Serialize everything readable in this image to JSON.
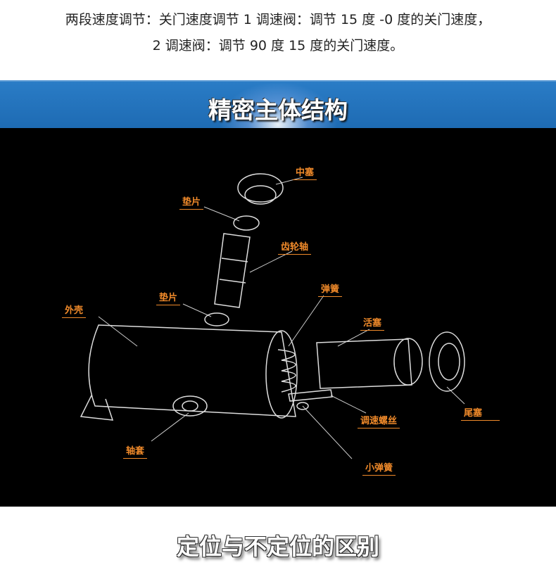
{
  "intro": {
    "line1": "两段速度调节：关门速度调节 1 调速阀：调节 15 度 -0 度的关门速度，",
    "line2": "2 调速阀：调节 90 度 15 度的关门速度。"
  },
  "banner": {
    "title": "精密主体结构",
    "color": "#1e6bb3"
  },
  "diagram": {
    "label_color": "#f08a2a",
    "labels": {
      "center_plug": "中塞",
      "gasket_top": "垫片",
      "gear_shaft": "齿轮轴",
      "gasket_bottom": "垫片",
      "spring": "弹簧",
      "housing": "外壳",
      "piston": "活塞",
      "tail_plug": "尾塞",
      "speed_screw": "调速螺丝",
      "bushing": "轴套",
      "small_spring": "小弹簧"
    }
  },
  "section2": {
    "title": "定位与不定位的区别"
  }
}
